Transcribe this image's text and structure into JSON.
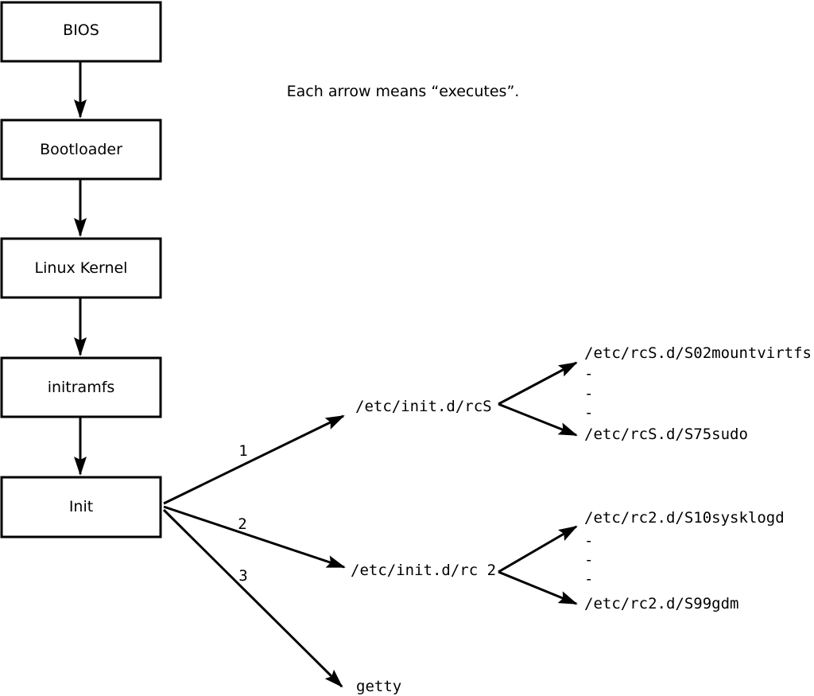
{
  "note": {
    "text": "Each arrow means “executes”."
  },
  "chain": {
    "nodes": [
      "BIOS",
      "Bootloader",
      "Linux Kernel",
      "initramfs",
      "Init"
    ]
  },
  "branches": [
    {
      "order": "1",
      "target": "/etc/init.d/rcS",
      "children": [
        "/etc/rcS.d/S02mountvirtfs",
        "-",
        "-",
        "-",
        "/etc/rcS.d/S75sudo"
      ]
    },
    {
      "order": "2",
      "target": "/etc/init.d/rc 2",
      "children": [
        "/etc/rc2.d/S10sysklogd",
        "-",
        "-",
        "-",
        "/etc/rc2.d/S99gdm"
      ]
    },
    {
      "order": "3",
      "target": "getty",
      "children": []
    }
  ],
  "colors": {
    "ink": "#000000",
    "paper": "#ffffff"
  }
}
